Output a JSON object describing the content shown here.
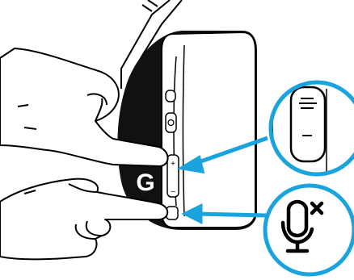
{
  "diagram": {
    "controls": [
      {
        "name": "volume-rocker",
        "marks": [
          "+",
          "–"
        ]
      },
      {
        "name": "power-switch"
      },
      {
        "name": "mic-mute-button"
      }
    ],
    "callouts": [
      {
        "name": "volume-rocker-zoom",
        "icon": "volume-rocker-icon"
      },
      {
        "name": "mic-mute-zoom",
        "icon": "mic-muted-icon"
      }
    ],
    "colors": {
      "accent": "#1aa3dc",
      "outline": "#000000",
      "headset_body": "#111111",
      "background": "#ffffff"
    },
    "brand_logo": "G"
  }
}
